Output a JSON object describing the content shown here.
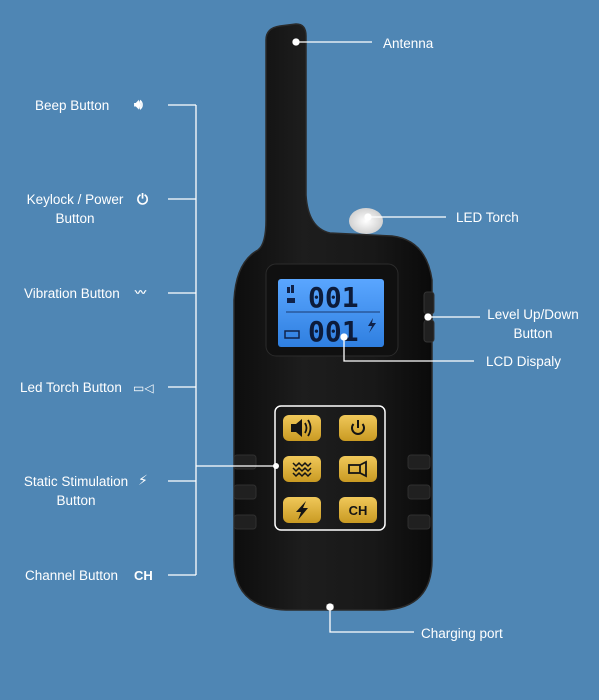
{
  "labels": {
    "antenna": "Antenna",
    "led_torch": "LED Torch",
    "level_up_down": "Level Up/Down Button",
    "lcd_display": "LCD Dispaly",
    "charging_port": "Charging port",
    "beep_button": "Beep Button",
    "keylock_power_line1": "Keylock / Power",
    "keylock_power_line2": "Button",
    "vibration_button": "Vibration Button",
    "led_torch_button": "Led Torch Button",
    "static_stim_line1": "Static Stimulation",
    "static_stim_line2": "Button",
    "channel_button": "Channel Button",
    "channel_icon_text": "CH"
  },
  "lcd": {
    "top_value": "001",
    "bottom_value": "001"
  },
  "keypad": {
    "ch_label": "CH"
  },
  "colors": {
    "background": "#4f86b4",
    "device_body": "#151515",
    "button_gold": "#e0b43a",
    "lcd_blue": "#3a8df0",
    "leader_line": "#ffffff"
  },
  "icons": {
    "beep": "speaker-icon",
    "power": "power-icon",
    "vibration": "vibration-icon",
    "torch": "flashlight-icon",
    "static": "lightning-icon"
  }
}
